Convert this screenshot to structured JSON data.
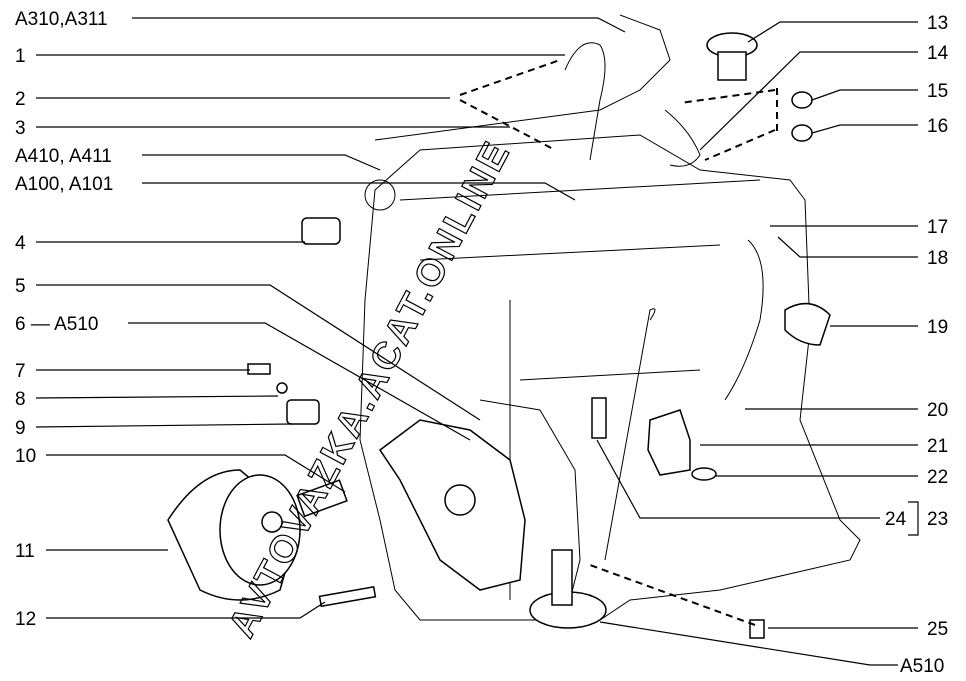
{
  "title": "Engine lubrication system parts diagram",
  "watermark": "AVTOVAZKA.ACAT.ONLINE",
  "left_labels": [
    "A310,A311",
    "1",
    "2",
    "3",
    "A410, A411",
    "A100, A101",
    "4",
    "5",
    "6 — A510",
    "7",
    "8",
    "9",
    "10",
    "11",
    "12"
  ],
  "right_labels": [
    "13",
    "14",
    "15",
    "16",
    "17",
    "18",
    "19",
    "20",
    "21",
    "22",
    "24",
    "23",
    "25",
    "A510"
  ]
}
